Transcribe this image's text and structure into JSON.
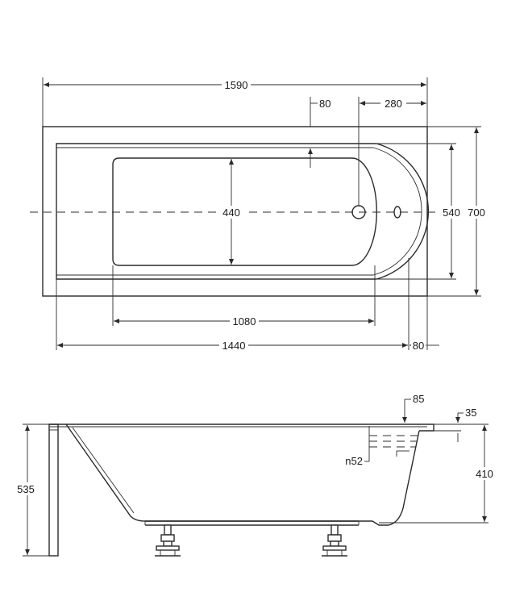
{
  "top_view": {
    "overall_length": "1590",
    "overflow_offset": "80",
    "drain_offset": "280",
    "inner_width": "440",
    "inner_depth": "540",
    "overall_width": "700",
    "bottom_length": "1080",
    "inner_length": "1440",
    "rim_width": "80"
  },
  "side_view": {
    "overflow_height": "85",
    "rim_thickness": "35",
    "drain_diameter": "n52",
    "tub_depth": "410",
    "total_height": "535"
  }
}
